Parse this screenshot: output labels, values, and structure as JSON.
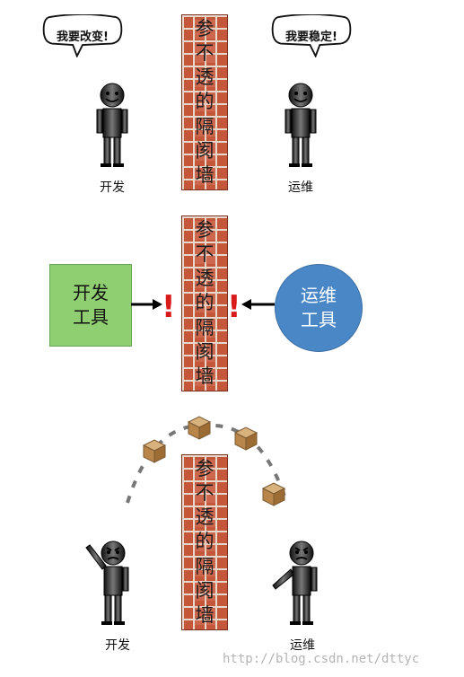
{
  "panel1": {
    "dev_speech": "我要改变!",
    "ops_speech": "我要稳定!",
    "dev_label": "开发",
    "ops_label": "运维"
  },
  "panel2": {
    "dev_tool_line1": "开发",
    "dev_tool_line2": "工具",
    "ops_tool_line1": "运维",
    "ops_tool_line2": "工具",
    "exclaim": "!"
  },
  "panel3": {
    "dev_label": "开发",
    "ops_label": "运维"
  },
  "wall_chars": [
    "参",
    "不",
    "透",
    "的",
    "隔",
    "阂",
    "墙"
  ],
  "watermark": "http://blog.csdn.net/dttyc",
  "colors": {
    "brick": "#c4563a",
    "dev_tool": "#8fcf72",
    "ops_tool": "#4a87c6",
    "exclaim": "#d91a1a"
  }
}
